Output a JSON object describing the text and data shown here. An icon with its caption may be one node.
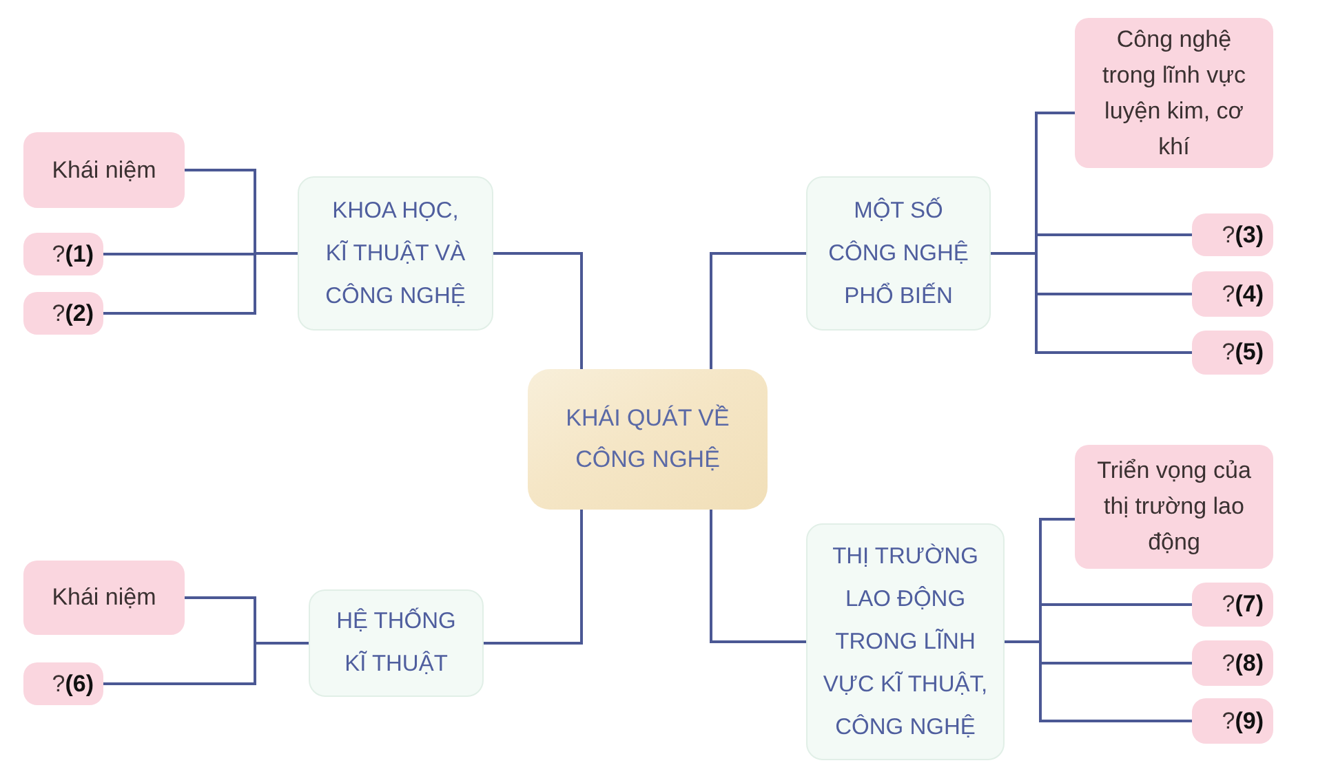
{
  "diagram": {
    "nodes": [
      {
        "text": [
          "KHÁI QUÁT VỀ CÔNG NGHỆ"
        ]
      },
      {
        "text": [
          "KHOA HỌC, KĨ THUẬT VÀ CÔNG NGHỆ"
        ]
      },
      {
        "text": [
          "Khái niệm"
        ]
      },
      {
        "text": [
          "?**(1)**"
        ]
      },
      {
        "text": [
          "?**(2)**"
        ]
      },
      {
        "text": [
          "MỘT SỐ CÔNG NGHỆ PHỔ BIẾN"
        ]
      },
      {
        "text": [
          "Công nghệ trong lĩnh vực luyện kim, cơ khí"
        ]
      },
      {
        "text": [
          "?**(3)**"
        ]
      },
      {
        "text": [
          "?**(4)**"
        ]
      },
      {
        "text": [
          "?**(5)**"
        ]
      },
      {
        "text": [
          "HỆ THỐNG KĨ THUẬT"
        ]
      },
      {
        "text": [
          "Khái niệm"
        ]
      },
      {
        "text": [
          "?**(6)**"
        ]
      },
      {
        "text": [
          "THỊ TRƯỜNG LAO ĐỘNG TRONG LĨNH VỰC KĨ THUẬT, CÔNG NGHỆ"
        ]
      },
      {
        "text": [
          "Triển vọng của thị trường lao động"
        ]
      },
      {
        "text": [
          "?**(7)**"
        ]
      },
      {
        "text": [
          "?**(8)**"
        ]
      },
      {
        "text": [
          "?**(9)**"
        ]
      }
    ],
    "edges": [
      {
        "from": 0,
        "to": 1,
        "arrow": "none"
      },
      {
        "from": 0,
        "to": 5,
        "arrow": "none"
      },
      {
        "from": 0,
        "to": 10,
        "arrow": "none"
      },
      {
        "from": 0,
        "to": 13,
        "arrow": "none"
      },
      {
        "from": 1,
        "to": 2,
        "arrow": "none"
      },
      {
        "from": 1,
        "to": 3,
        "arrow": "none"
      },
      {
        "from": 1,
        "to": 4,
        "arrow": "none"
      },
      {
        "from": 5,
        "to": 6,
        "arrow": "none"
      },
      {
        "from": 5,
        "to": 7,
        "arrow": "none"
      },
      {
        "from": 5,
        "to": 8,
        "arrow": "none"
      },
      {
        "from": 5,
        "to": 9,
        "arrow": "none"
      },
      {
        "from": 10,
        "to": 11,
        "arrow": "none"
      },
      {
        "from": 10,
        "to": 12,
        "arrow": "none"
      },
      {
        "from": 13,
        "to": 14,
        "arrow": "none"
      },
      {
        "from": 13,
        "to": 15,
        "arrow": "none"
      },
      {
        "from": 13,
        "to": 16,
        "arrow": "none"
      },
      {
        "from": 13,
        "to": 17,
        "arrow": "none"
      }
    ]
  }
}
